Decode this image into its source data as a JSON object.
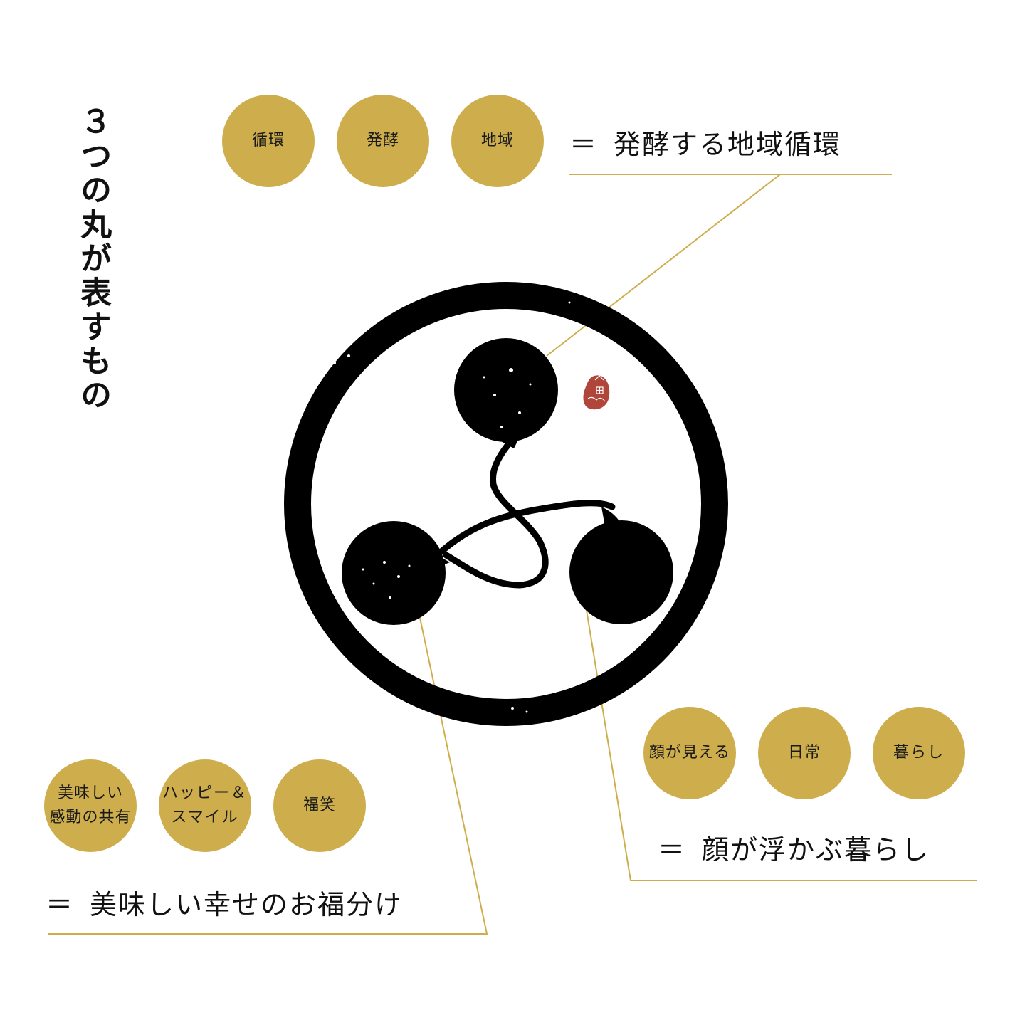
{
  "title": "３つの丸が表すもの",
  "colors": {
    "gold": "#ceae4c",
    "ink": "#000000",
    "seal": "#b0453a",
    "background": "#ffffff"
  },
  "groups": [
    {
      "id": "top",
      "keywords": [
        "循環",
        "発酵",
        "地域"
      ],
      "equals": "＝",
      "summary": "発酵する地域循環"
    },
    {
      "id": "bottom-right",
      "keywords": [
        "顔が見える",
        "日常",
        "暮らし"
      ],
      "equals": "＝",
      "summary": "顔が浮かぶ暮らし"
    },
    {
      "id": "bottom-left",
      "keywords": [
        "美味しい\n感動の共有",
        "ハッピー＆\nスマイル",
        "福笑"
      ],
      "keyword_lines": [
        [
          "美味しい",
          "感動の共有"
        ],
        [
          "ハッピー＆",
          "スマイル"
        ],
        [
          "福笑"
        ]
      ],
      "equals": "＝",
      "summary": "美味しい幸せのお福分け"
    }
  ],
  "emblem": {
    "description": "three circles connected by a looping line inside a ring",
    "seal_icon": "red-seal-stamp-icon"
  }
}
